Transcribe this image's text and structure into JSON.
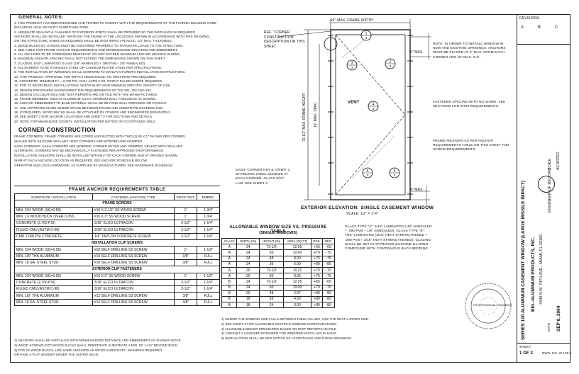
{
  "general_notes": {
    "heading": "GENERAL NOTES:",
    "lines": [
      "1. THIS PRODUCT HAS BEEN DESIGNED AND TESTED TO COMPLY WITH THE REQUIREMENTS OF THE FLORIDA BUILDING CODE",
      "   INCLUDING HIGH VELOCITY HURRICANE ZONE.",
      "2. ADEQUATE SEALING & CAULKING OF EXTERIOR JOINTS SHALL BE PROVIDED BY THE INSTALLER AS REQUIRED.",
      "   ANCHORS SHALL BE INSTALLED THROUGH THE FRAME AT THE LOCATIONS SHOWN IN ACCORDANCE WITH THIS DRAWING.",
      "   ON THE STRUCTURE, SHIMS AS REQUIRED SHALL BE HIGH IMPACT PLASTIC, 1/4\" MAX. THICKNESS.",
      "3. WOOD BUCKS BY OTHERS MUST BE ANCHORED PROPERLY TO TRANSFER LOADS TO THE STRUCTURE.",
      "4. SEE TABLE FOR FRAME ANCHOR REQUIREMENTS AND MINIMUM EDGE DISTANCE AND EMBEDMENT.",
      "5. ALL ANCHORS TO BE CORROSION RESISTANT. DO NOT EXCEED MAXIMUM ANCHOR SPACING SHOWN.",
      "6. MAXIMUM ANCHOR SPACING SHALL NOT EXCEED THE DIMENSIONS SHOWN ON THIS SHEET.",
      "7. GLAZING: 5/16\" LAMINATED GLASS (1/8\" ANNEALED + .090 PVB + 1/8\" ANNEALED).",
      "8. ALL SCREWS TO BE STAINLESS STEEL OR CADMIUM PLATED STEEL PER SPECIFICATIONS.",
      "9. THE INSTALLATION OF WINDOWS SHALL CONFORM TO MANUFACTURER'S INSTALLATION INSTRUCTIONS.",
      "10. THIS PRODUCT APPROVED FOR IMPACT RESISTANCE; NO SHUTTERS ARE REQUIRED.",
      "11. CONCRETE: MINIMUM F'c = 2,700 PSI. CMU: ASTM C-90, GROUT FILLED WHERE REQUIRED.",
      "12. FOR 2X WOOD BUCK INSTALLATIONS, WOOD MUST HAVE MINIMUM SPECIFIC GRAVITY OF 0.55.",
      "13. DESIGN PRESSURES SHOWN MEET THE REQUIREMENTS OF TAS 201, 202 AND 203.",
      "14. DESIGN CALCULATIONS AND TEST REPORTS ARE ON FILE WITH THE MANUFACTURER.",
      "15. FRAME MEMBERS: 6063-T5 ALUMINUM ALLOY, MINIMUM WALL THICKNESS AS SHOWN.",
      "16. ANCHOR EMBEDMENT TO BASE MATERIAL SHALL BE BEYOND WALL DRESSING OR STUCCO.",
      "17. USE APPROVED SHIMS WHERE SPACE BETWEEN FRAME AND SUBSTRATE EXCEEDS 1/16\".",
      "18. IF REQUIRED, WOOD BUCKS SHALL BE ATTACHED BY OTHERS AND ENGINEERED SEPARATELY.",
      "19. SEE SHEET 2 FOR ANCHOR LOCATIONS AND SHEET 3 FOR SECTIONS AND DETAILS.",
      "20. NOTE: FOR MIAMI-DADE COUNTY, INSTALLATION PER NOTICE OF ACCEPTANCE ONLY."
    ]
  },
  "corner_construction": {
    "heading": "CORNER CONSTRUCTION",
    "lines": [
      "FRAME CORNERS: FRAME CORNERS ARE COPED AND BUTTED WITH TWO (2) #8 X 1\" PH SMS PER CORNER,",
      "SEALED WITH SILICONE SEALANT. VENT CORNERS ARE MITERED AND CRIMPED.",
      "SASH CORNERS: SASH CORNERS ARE MITERED, CORNER KEYED AND CRIMPED, SEALED WITH SEALANT.",
      "ALTERNATE: CORNERS MAY BE MECHANICALLY FASTENED PER APPROVED SHOP DRAWINGS.",
      "INSTALLATION: ANCHORS SHALL BE INSTALLED WITHIN 4\" OF EACH CORNER AND AT SPACING SHOWN.",
      "SHIM AT EACH ANCHOR LOCATION AS REQUIRED. SEE ANCHOR SCHEDULE BELOW.",
      "OPERATOR AND LOCK HARDWARE: AS SUPPLIED BY MANUFACTURER. SEE HARDWARE SCHEDULE."
    ]
  },
  "anchor_table": {
    "title": "FRAME ANCHOR REQUIREMENTS TABLE",
    "headers": [
      "SUBSTRATE / INSTALLATION",
      "FASTENER (ANCHOR) TYPE",
      "EDGE DIST.",
      "EMBED."
    ],
    "sections": [
      {
        "name": "FRAME SCREWS",
        "rows": [
          [
            "MIN. 2X4 WOOD (SG=0.55)",
            "#10 X 2-1/2\" SS WOOD SCREW",
            "1\"",
            "1-3/4\""
          ],
          [
            "MIN. 1X WOOD BUCK OVER CONC.",
            "#10 X 3\" SS WOOD SCREW",
            "1\"",
            "1-3/4\""
          ],
          [
            "CONCRETE (2,700 PSI)",
            "3/16\" ELCO ULTRACON",
            "2-1/2\"",
            "1-1/4\""
          ],
          [
            "FILLED CMU (ASTM C-90)",
            "3/16\" ELCO ULTRACON",
            "2-1/2\"",
            "1-1/4\""
          ],
          [
            "CMU 2,000 PSI CONCRETE",
            "1/4\" TAPCON CONCRETE SCREW",
            "2-1/2\"",
            "1-1/4\""
          ]
        ]
      },
      {
        "name": "INSTALLATION CLIP SCREWS",
        "rows": [
          [
            "MIN. 2X4 WOOD (SG=0.55)",
            "#10 SELF DRILLING SS SCREW",
            "1\"",
            "1-1/2\""
          ],
          [
            "MIN. 1/8\" THK ALUMINUM",
            "#10 SELF DRILLING SS SCREW",
            "3/8\"",
            "FULL"
          ],
          [
            "MIN. 18 GA. STEEL STUD",
            "#10 SELF DRILLING SS SCREW",
            "3/8\"",
            "FULL"
          ]
        ]
      },
      {
        "name": "EXTERIOR CLIP FASTENERS",
        "rows": [
          [
            "MIN. 2X4 WOOD (SG=0.55)",
            "#10 X 2\" SS WOOD SCREW",
            "1\"",
            "1-1/2\""
          ],
          [
            "CONCRETE (2,700 PSI)",
            "3/16\" ELCO ULTRACON",
            "2-1/2\"",
            "1-1/4\""
          ],
          [
            "FILLED CMU (ASTM C-90)",
            "3/16\" ELCO ULTRACON",
            "2-1/2\"",
            "1-1/4\""
          ],
          [
            "MIN. 1/8\" THK ALUMINUM",
            "#12 SELF DRILLING SS SCREW",
            "3/8\"",
            "FULL"
          ],
          [
            "MIN. 18 GA. STEEL STUD",
            "#12 SELF DRILLING SS SCREW",
            "3/8\"",
            "FULL"
          ]
        ]
      }
    ],
    "footnotes": [
      "1) ANCHORS SHALL BE INSTALLED WITH MINIMUM EDGE DISTANCE AND EMBEDMENT AS SHOWN ABOVE.",
      "2) WOOD SCREWS INTO WOOD BUCKS SHALL PENETRATE SUBSTRATE A MIN. OF 1-1/4\" BEYOND BUCK.",
      "3) FOR 2X WOOD BUCKS, USE SAME ANCHORS AS WOOD SUBSTRATE. WASHERS REQUIRED.",
      "   OR HAVE A FLAT WASHER UNDER THE SCREW HEAD."
    ]
  },
  "elevation": {
    "title": "EXTERIOR ELEVATION: SINGLE CASEMENT WINDOW",
    "scale": "SCALE: 1/2\" = 1'-0\"",
    "top_dim": "24\" MAX. FRAME WIDTH",
    "left_dim_outer": "73-1/2\" MAX. FRAME HEIGHT",
    "left_dim_inner": "18\" MAX. SPAC.",
    "callout_ref": "REF. \"CORNER CONSTRUCTION\" DESCRIPTION ON THIS SHEET",
    "callout_max": "6\" MAX.",
    "callout_spacing": "4\" MAX.",
    "note_right_1": "NOTE: IN ORDER TO INSTALL WINDOW IN NEW AND EXISTING OPENINGS, ANCHORS MUST BE PLACED AT 4\" MAX. FROM EACH CORNER AND 18\" MAX. O.C.",
    "note_right_2": "FASTENER SPACING WITH NO SHIMS. SEE SECTIONS FOR SHIM REQUIREMENTS.",
    "note_right_3": "FRAME ANCHORS AS PER ANCHOR REQUIREMENTS TABLE ON THIS SHEET FOR SCREW REQUIREMENTS.",
    "note_left_bottom": "SASH: CORNER KEY & CRIMP; 2 STAINLESS STEEL SCREWS AT EACH CORNER. GLASS 5/16\" LAM. SEE SHEET 3",
    "sash_label": "VENT",
    "detail_marks": [
      "1",
      "2",
      "3",
      "4",
      "5",
      "6"
    ],
    "detail_sheets": [
      "3",
      "3",
      "3",
      "3",
      "3",
      "3"
    ]
  },
  "pressure_table": {
    "title": "ALLOWABLE WINDOW SIZE VS. PRESSURE TABLE",
    "subtitle": "(SINGLE WINDOWS)",
    "headers": [
      "GLASS",
      "WIDTH (IN)",
      "HEIGHT (IN)",
      "AREA (SQ FT)",
      "POS.",
      "NEG."
    ],
    "rows": [
      [
        "A",
        "24",
        "73-1/2",
        "12.25",
        "+65",
        "-65"
      ],
      [
        "A",
        "24",
        "60",
        "10.00",
        "+70",
        "-70"
      ],
      [
        "A",
        "24",
        "48",
        "8.00",
        "+75",
        "-75"
      ],
      [
        "A",
        "24",
        "36",
        "6.00",
        "+80",
        "-80"
      ],
      [
        "A",
        "20",
        "73-1/2",
        "10.21",
        "+70",
        "-70"
      ],
      [
        "A",
        "20",
        "60",
        "8.33",
        "+75",
        "-75"
      ],
      [
        "B",
        "24",
        "73-1/2",
        "12.25",
        "+65",
        "-65"
      ],
      [
        "B",
        "24",
        "60",
        "10.00",
        "+70",
        "-70"
      ],
      [
        "B",
        "20",
        "48",
        "6.67",
        "+80",
        "-80"
      ],
      [
        "B",
        "18",
        "36",
        "4.50",
        "+80",
        "-80"
      ],
      [
        "B",
        "18",
        "24",
        "3.00",
        "+80",
        "-80"
      ]
    ],
    "notes": [
      "1) WHERE THE WINDOW SIZE FALLS BETWEEN TABLE VALUES, USE THE NEXT LARGER SIZE.",
      "2) SEE SHEET 2 FOR ALLOWABLE MULTIPLE WINDOW CONFIGURATIONS.",
      "3) ALLOWABLE DESIGN PRESSURES BASED ON TEST REPORTS ON FILE.",
      "4) CONSULT A LICENSED ENGINEER FOR WINDOWS INSTALLED IN HVHZ.",
      "5) INSTALLATION SHALL BE PER NOTICE OF ACCEPTANCE AND THESE DRAWINGS."
    ]
  },
  "glazing_note": "GLASS TYPE \"A\": 5/16\" LAMINATED (1/8\" ANNEALED + .090 PVB + 1/8\" ANNEALED). GLASS TYPE \"B\": 7/16\" LAMINATED (3/16\" HEAT STRENGTHENED + .090 PVB + 3/16\" HEAT STRENGTHENED). GLAZING SHALL BE SET IN APPROVED SILICONE GLAZING COMPOUND WITH CONTINUOUS BACK BEDDING.",
  "title_block": {
    "revisions_label": "REVISIONS",
    "rev_marks": [
      "A",
      "B",
      "C"
    ],
    "product": "SERIES 100 ALUMINUM CASEMENT WINDOW (LARGE MISSILE IMPACT)",
    "company": "BEL-ALUMINUM PRODUCTS, INC.",
    "address": "4440 N.W. 74TH AVE., MIAMI, FL 33166",
    "engineer": "ENGINEER OF RECORD",
    "sheet_label": "SHEET",
    "sheet_value": "1 OF 3",
    "drawing_no": "DWG. NO. W-100-1",
    "date_label": "DATE",
    "date_value": "SEP 8, 2004",
    "scale_label": "SCALE",
    "scale_value": "AS NOTED",
    "seal_text": "PROFESSIONAL ENGINEER"
  }
}
